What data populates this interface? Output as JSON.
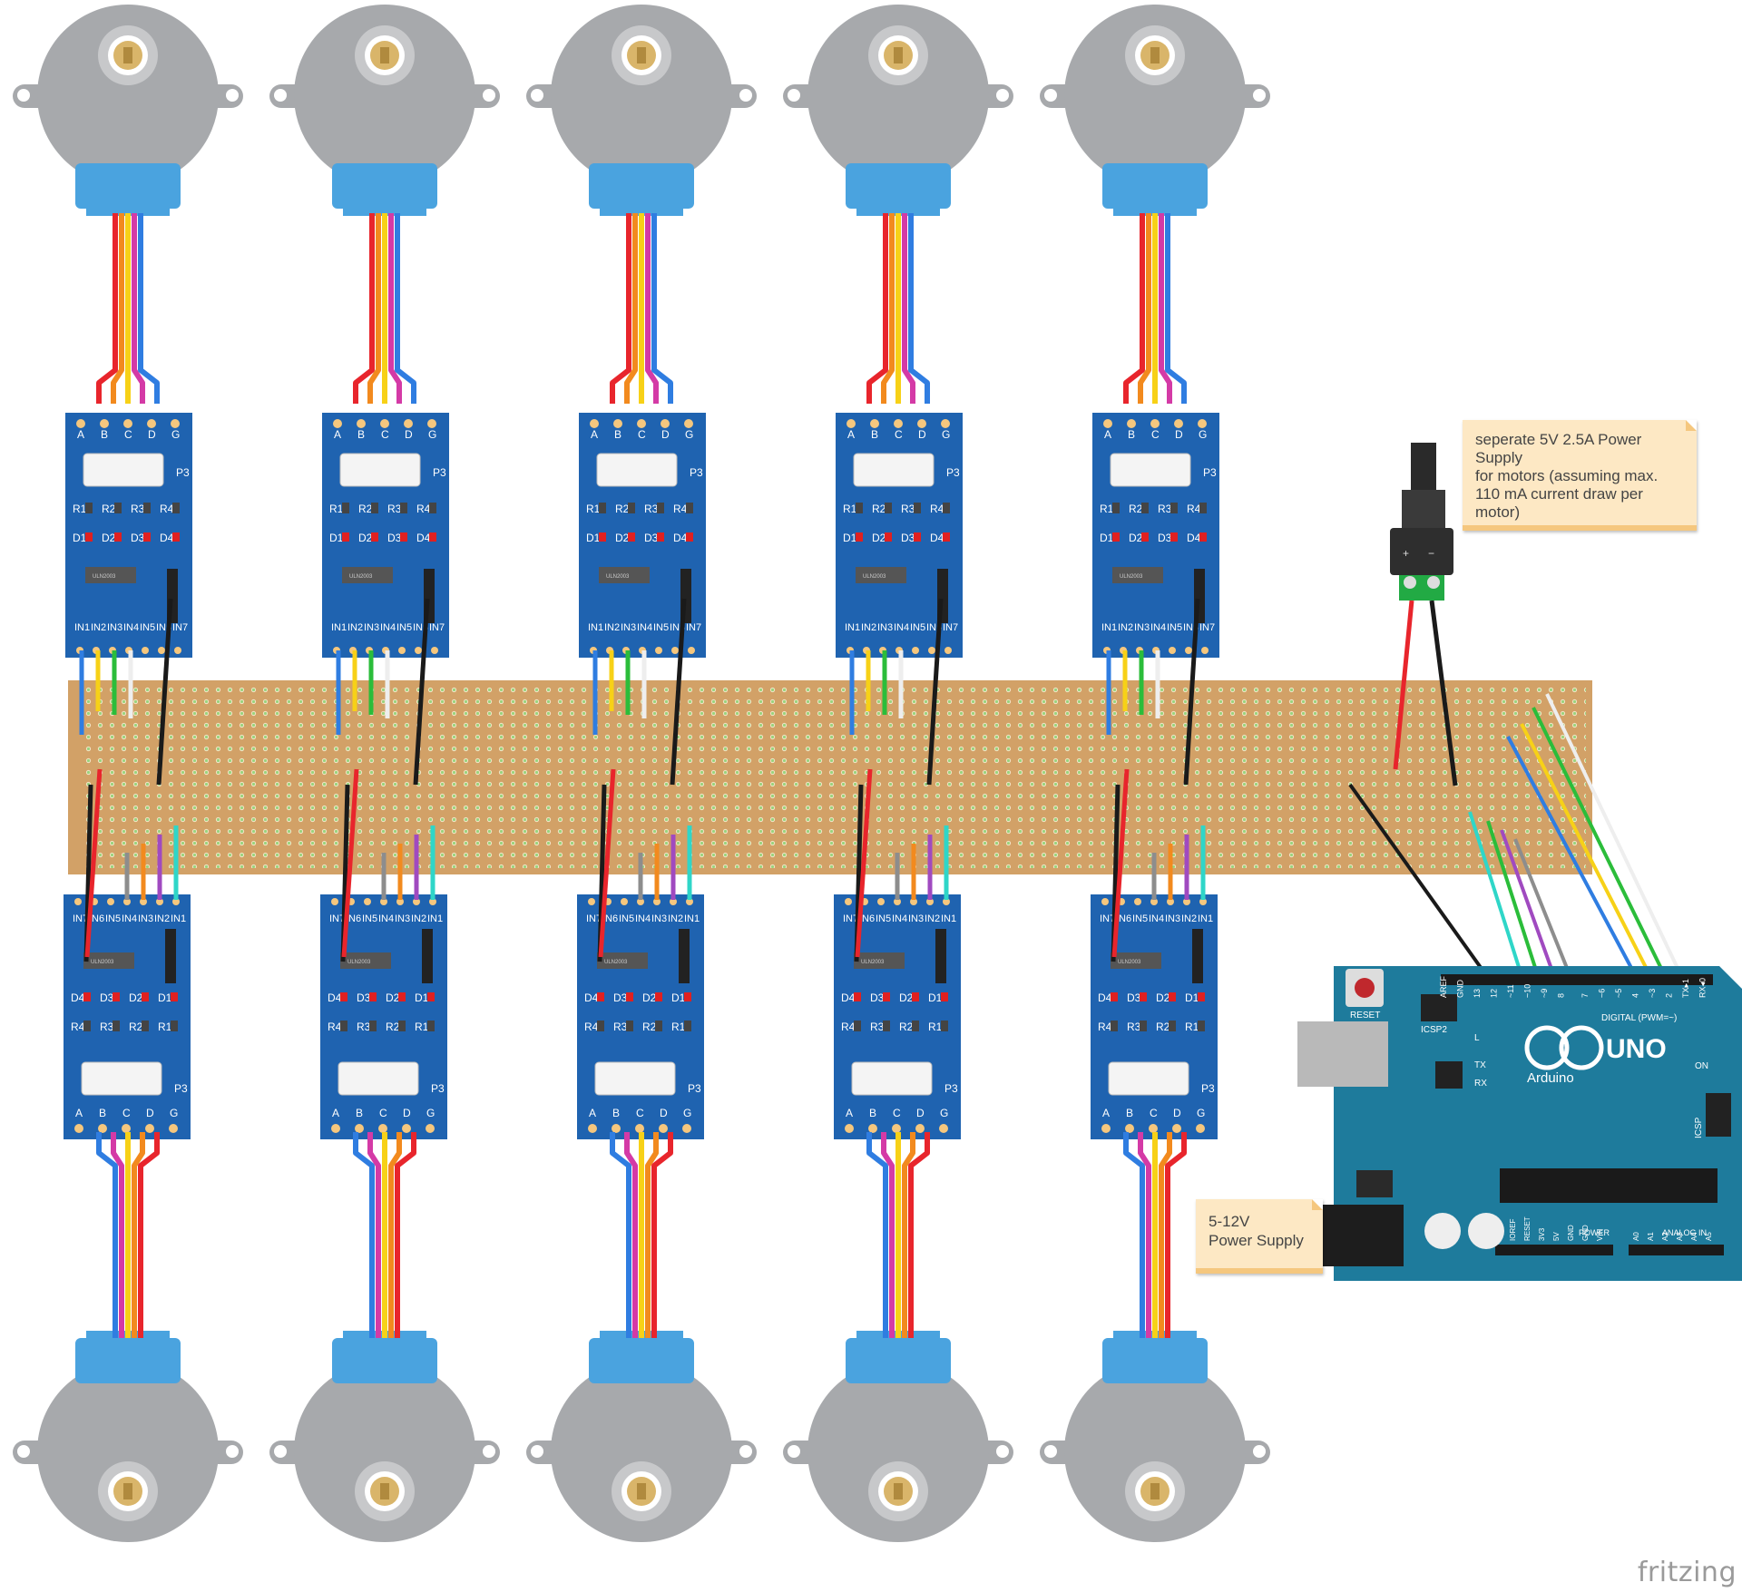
{
  "title": "",
  "colors": {
    "motor_body": "#a7a9ac",
    "motor_cap": "#4aa3df",
    "driver_board": "#1f63b0",
    "stripboard": "#d2a167",
    "arduino": "#1e7b9c",
    "note_bg": "#fde8c4"
  },
  "components": {
    "motor_count": 10,
    "driver_count": 10,
    "driver_board": {
      "connector_label": "P3",
      "pin_labels_top": [
        "A",
        "B",
        "C",
        "D",
        "G"
      ],
      "input_labels": [
        "IN1",
        "IN2",
        "IN3",
        "IN4",
        "IN5",
        "IN6",
        "IN7"
      ],
      "resistors": [
        "R1",
        "R2",
        "R3",
        "R4"
      ],
      "leds": [
        "D1",
        "D2",
        "D3",
        "D4"
      ],
      "chip_label": "ULN2003"
    }
  },
  "arduino": {
    "model": "UNO",
    "brand": "Arduino",
    "reset_label": "RESET",
    "icsp2_label": "ICSP2",
    "icsp_label": "ICSP",
    "digital_label": "DIGITAL (PWM=~)",
    "on_label": "ON",
    "led_labels": [
      "L",
      "TX",
      "RX"
    ],
    "top_header_pins": [
      "AREF",
      "GND",
      "13",
      "12",
      "~11",
      "~10",
      "~9",
      "8",
      "7",
      "~6",
      "~5",
      "4",
      "~3",
      "2",
      "TX▸1",
      "RX◂0"
    ],
    "power_label": "POWER",
    "power_pins": [
      "IOREF",
      "RESET",
      "3V3",
      "5V",
      "GND",
      "GND",
      "VIN"
    ],
    "analog_label": "ANALOG IN",
    "analog_pins": [
      "A0",
      "A1",
      "A2",
      "A3",
      "A4",
      "A5"
    ]
  },
  "notes": {
    "motor_supply": "seperate 5V 2.5A Power Supply\nfor motors (assuming max.\n110 mA current draw per\nmotor)",
    "arduino_supply": "5-12V\nPower Supply"
  },
  "dc_jack": {
    "plus": "+",
    "minus": "−"
  },
  "brand": "fritzing"
}
